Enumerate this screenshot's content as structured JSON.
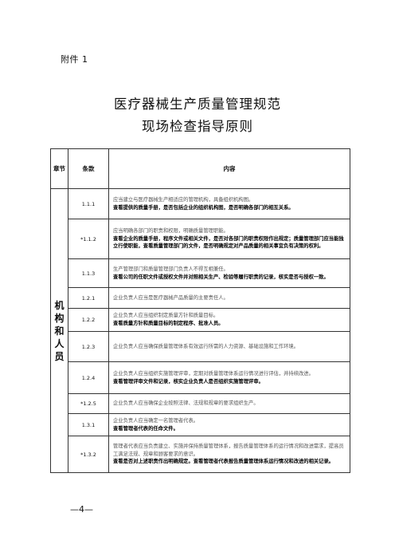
{
  "header": {
    "attachment_label": "附件 1"
  },
  "title": {
    "line1": "医疗器械生产质量管理规范",
    "line2": "现场检查指导原则"
  },
  "table": {
    "headers": {
      "chapter": "章节",
      "clause": "条款",
      "content": "内容"
    },
    "chapter_name": [
      "机",
      "构",
      "和",
      "人",
      "员"
    ],
    "rows": [
      {
        "clause": "1.1.1",
        "requirement": "应当建立与医疗器械生产相适应的管理机构，具备组织机构图。",
        "check": "查看提供的质量手册，是否包括企业的组织机构图，是否明确各部门的相互关系。"
      },
      {
        "clause": "*1.1.2",
        "requirement": "应当明确各部门的职责和权限，明确质量管理职能。",
        "check": "查看企业的质量手册，程序文件或相关文件，是否对各部门的职责权限作出规定；质量管理部门应当能独立行使职能，查看质量管理部门的文件，是否明确规定对产品质量的相关事宜负有决策的权利。"
      },
      {
        "clause": "1.1.3",
        "requirement": "生产管理部门和质量管理部门负责人不得互相兼任。",
        "check": "查看公司的任职文件或授权文件并对照相关生产、检验等履行职责的记录，核实是否与授权一致。"
      },
      {
        "clause": "1.2.1",
        "requirement": "企业负责人应当是医疗器械产品质量的主要责任人。",
        "check": ""
      },
      {
        "clause": "1.2.2",
        "requirement": "企业负责人应当组织制定质量方针和质量目标。",
        "check": "查看质量方针和质量目标的制定程序、批准人员。"
      },
      {
        "clause": "1.2.3",
        "requirement": "企业负责人应当确保质量管理体系有效运行所需的人力资源、基础设施和工作环境。",
        "check": ""
      },
      {
        "clause": "1.2.4",
        "requirement": "企业负责人应当组织实施管理评审，定期对质量管理体系运行情况进行评估，并持续改进。",
        "check": "查看管理评审文件和记录，核实企业负责人是否组织实施管理评审。"
      },
      {
        "clause": "*1.2.5",
        "requirement": "企业负责人应当确保企业按照法律、法规和规章的要求组织生产。",
        "check": ""
      },
      {
        "clause": "1.3.1",
        "requirement": "企业负责人应当确定一名管理者代表。",
        "check": "查看管理者代表的任命文件。"
      },
      {
        "clause": "*1.3.2",
        "requirement": "管理者代表应当负责建立、实施并保持质量管理体系，报告质量管理体系的运行情况和改进需求，提高员工满足法规、规章和顾客要求的意识。",
        "check": "查看是否对上述职责作出明确规定。查看管理者代表报告质量管理体系运行情况和改进的相关记录。"
      }
    ]
  },
  "footer": {
    "page_number": "—4—"
  }
}
